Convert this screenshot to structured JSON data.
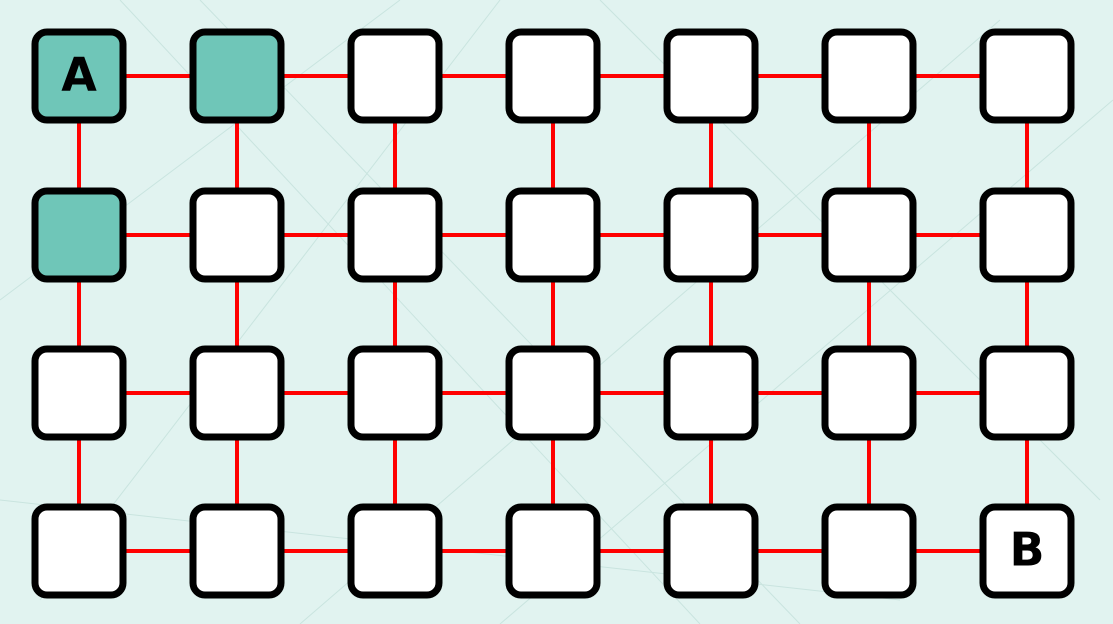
{
  "puzzle": {
    "rows": 4,
    "cols": 7,
    "start": {
      "row": 0,
      "col": 0,
      "label": "A"
    },
    "end": {
      "row": 3,
      "col": 6,
      "label": "B"
    },
    "filled": [
      {
        "row": 0,
        "col": 0
      },
      {
        "row": 0,
        "col": 1
      },
      {
        "row": 1,
        "col": 0
      }
    ]
  },
  "colors": {
    "background": "#e1f3f0",
    "tile_empty": "#ffffff",
    "tile_filled": "#6fc6b8",
    "tile_border": "#000000",
    "connector": "#ff0000"
  }
}
